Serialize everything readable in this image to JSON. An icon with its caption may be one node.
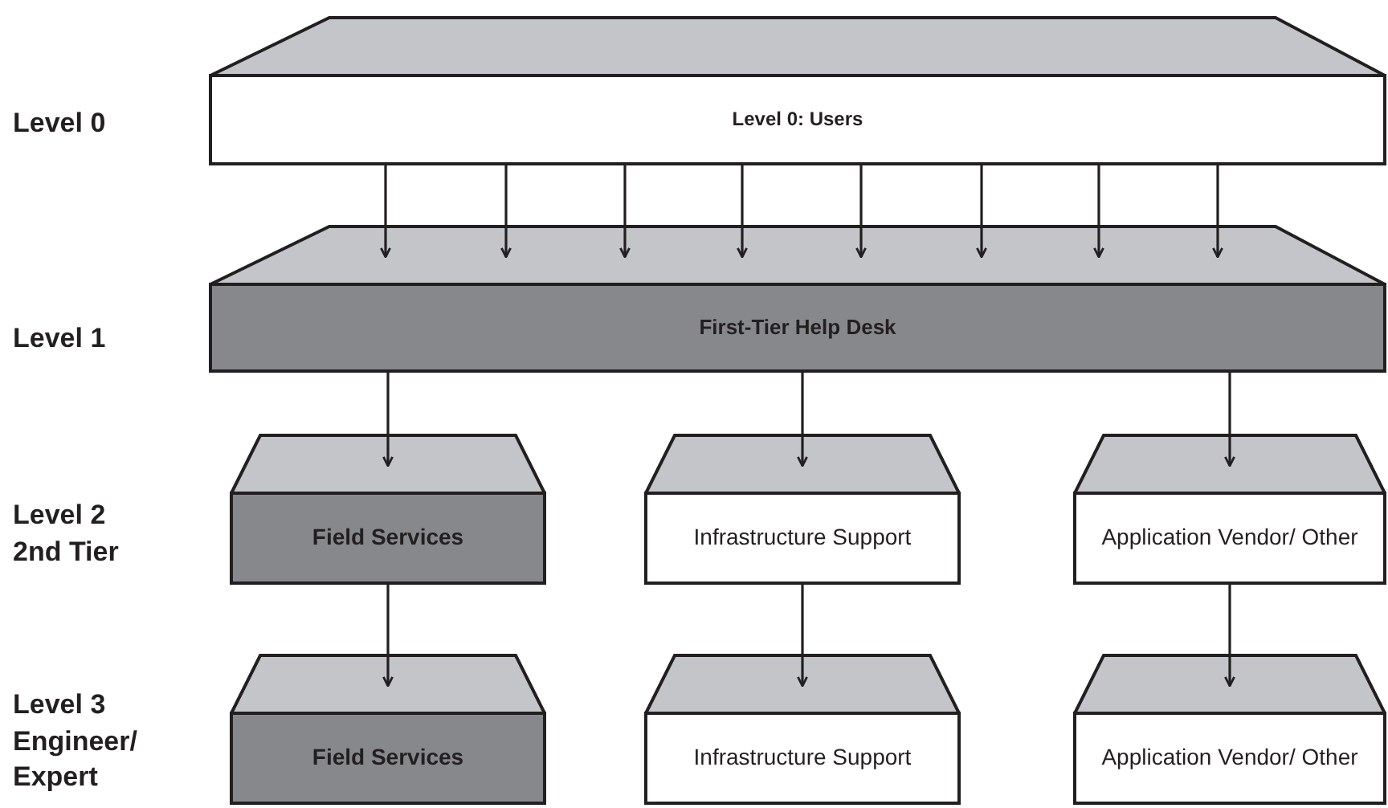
{
  "diagram": {
    "nodes": [
      {
        "text": [
          "Level 0: Users"
        ]
      },
      {
        "text": [
          "First-Tier Help Desk"
        ]
      },
      {
        "text": [
          "Field Services"
        ]
      },
      {
        "text": [
          "Infrastructure Support"
        ]
      },
      {
        "text": [
          "Application Vendor/ Other"
        ]
      },
      {
        "text": [
          "Field Services"
        ]
      },
      {
        "text": [
          "Infrastructure Support"
        ]
      },
      {
        "text": [
          "Application Vendor/ Other"
        ]
      }
    ],
    "edges": [
      {
        "from": 0,
        "to": 1,
        "arrow": "to"
      },
      {
        "from": 0,
        "to": 1,
        "arrow": "to"
      },
      {
        "from": 0,
        "to": 1,
        "arrow": "to"
      },
      {
        "from": 0,
        "to": 1,
        "arrow": "to"
      },
      {
        "from": 0,
        "to": 1,
        "arrow": "to"
      },
      {
        "from": 0,
        "to": 1,
        "arrow": "to"
      },
      {
        "from": 0,
        "to": 1,
        "arrow": "to"
      },
      {
        "from": 0,
        "to": 1,
        "arrow": "to"
      },
      {
        "from": 1,
        "to": 2,
        "arrow": "to"
      },
      {
        "from": 1,
        "to": 3,
        "arrow": "to"
      },
      {
        "from": 1,
        "to": 4,
        "arrow": "to"
      },
      {
        "from": 2,
        "to": 5,
        "arrow": "to"
      },
      {
        "from": 3,
        "to": 6,
        "arrow": "to"
      },
      {
        "from": 4,
        "to": 7,
        "arrow": "to"
      }
    ],
    "labels": [
      "Level 0",
      "Level 1",
      "Level 2",
      "2nd Tier",
      "Level 3",
      "Engineer/ Expert"
    ]
  }
}
